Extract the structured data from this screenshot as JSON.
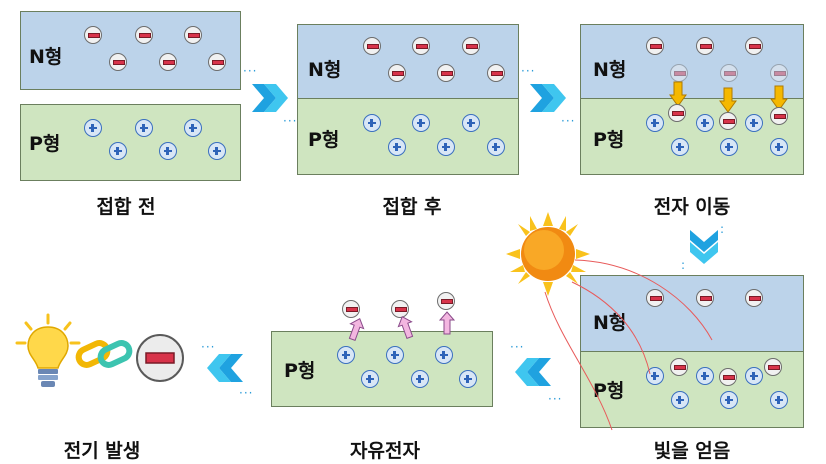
{
  "regions": {
    "n_type": "N형",
    "p_type": "P형"
  },
  "captions": {
    "before_junction": "접합 전",
    "after_junction": "접합 후",
    "electron_movement": "전자 이동",
    "light_absorbed": "빛을 얻음",
    "free_electrons": "자유전자",
    "electricity_generated": "전기 발생"
  },
  "colors": {
    "n_region": "#bcd3ea",
    "p_region": "#cfe5c0",
    "electron_bar": "#d8334a",
    "hole_plus": "#2e63b8",
    "arrow_accent": "#1fa2e0",
    "transfer_arrow": "#f5b800",
    "sun": "#f7a21b"
  },
  "icons": [
    "sun-icon",
    "light-bulb-icon",
    "chain-link-icon",
    "battery-minus-icon",
    "double-chevron-icon"
  ]
}
